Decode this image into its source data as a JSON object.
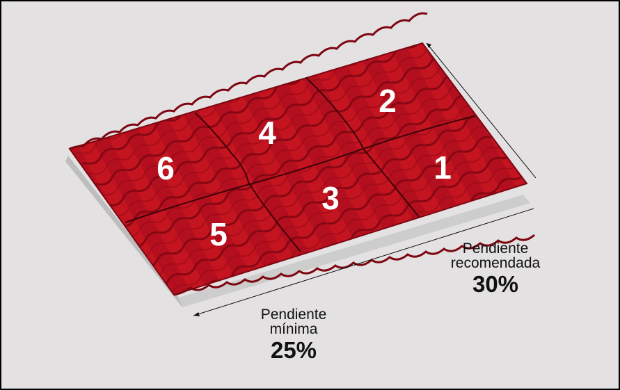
{
  "colors": {
    "background": "#e3e1e2",
    "tile": "#b00d1c",
    "tile_dark": "#8a0713",
    "base": "#cfcfcf"
  },
  "tiles": [
    {
      "label": "1"
    },
    {
      "label": "2"
    },
    {
      "label": "3"
    },
    {
      "label": "4"
    },
    {
      "label": "5"
    },
    {
      "label": "6"
    }
  ],
  "slope_recommended": {
    "caption": "Pendiente\nrecomendada",
    "value": "30%"
  },
  "slope_minimum": {
    "caption": "Pendiente\nmínima",
    "value": "25%"
  }
}
